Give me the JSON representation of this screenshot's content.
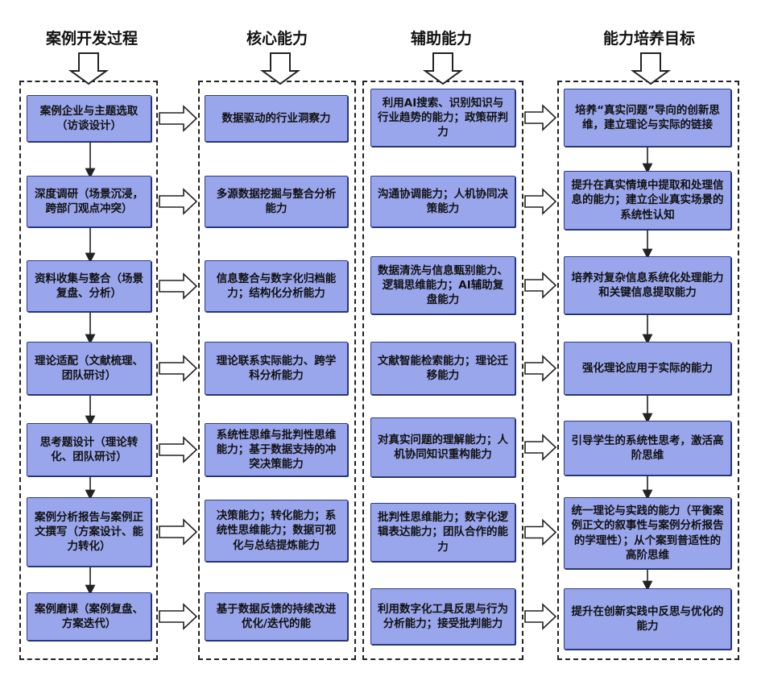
{
  "headers": {
    "process": "案例开发过程",
    "core": "核心能力",
    "aux": "辅助能力",
    "goal": "能力培养目标"
  },
  "process": [
    "案例企业与主题选取（访谈设计）",
    "深度调研（场景沉浸，跨部门观点冲突）",
    "资料收集与整合（场景复盘、分析）",
    "理论适配（文献梳理、团队研讨）",
    "思考题设计（理论转化、团队研讨）",
    "案例分析报告与案例正文撰写（方案设计、能力转化）",
    "案例磨课（案例复盘、方案迭代）"
  ],
  "core": [
    "数据驱动的行业洞察力",
    "多源数据挖掘与整合分析能力",
    "信息整合与数字化归档能力；结构化分析能力",
    "理论联系实际能力、跨学科分析能力",
    "系统性思维与批判性思维能力；基于数据支持的冲突决策能力",
    "决策能力；转化能力；系统性思维能力；数据可视化与总结提炼能力",
    "基于数据反馈的持续改进优化/迭代的能"
  ],
  "aux": [
    "利用AI搜索、识别知识与行业趋势的能力；政策研判力",
    "沟通协调能力；人机协同决策能力",
    "数据清洗与信息甄别能力、逻辑思维能力；AI辅助复盘能力",
    "文献智能检索能力；理论迁移能力",
    "对真实问题的理解能力；人机协同知识重构能力",
    "批判性思维能力；数字化逻辑表达能力；团队合作的能力",
    "利用数字化工具反思与行为分析能力；接受批判能力"
  ],
  "goal": [
    "培养“真实问题”导向的创新思维，建立理论与实际的链接",
    "提升在真实情境中提取和处理信息的能力；建立企业真实场景的系统性认知",
    "培养对复杂信息系统化处理能力和关键信息提取能力",
    "强化理论应用于实际的能力",
    "引导学生的系统性思考，激活高阶思维",
    "统一理论与实践的能力（平衡案例正文的叙事性与案例分析报告的学理性）；从个案到普适性的高阶思维",
    "提升在创新实践中反思与优化的能力"
  ]
}
